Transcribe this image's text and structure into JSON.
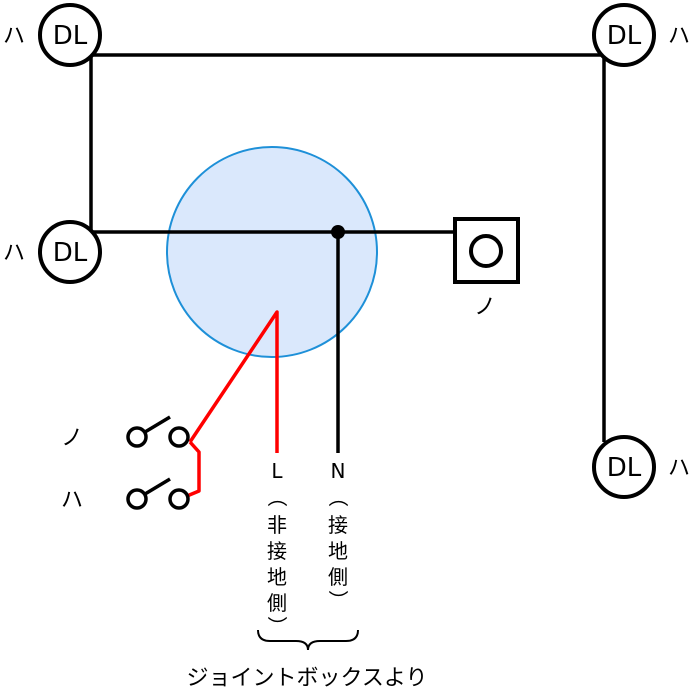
{
  "lights": {
    "top_left": {
      "label": "DL",
      "symbol": "ハ"
    },
    "top_right": {
      "label": "DL",
      "symbol": "ハ"
    },
    "mid_left": {
      "label": "DL",
      "symbol": "ハ"
    },
    "bottom_right": {
      "label": "DL",
      "symbol": "ハ"
    }
  },
  "outlet": {
    "symbol": "ノ"
  },
  "switches": {
    "upper": {
      "symbol": "ノ"
    },
    "lower": {
      "symbol": "ハ"
    }
  },
  "wires": {
    "live": {
      "letter": "L",
      "note": [
        "（",
        "非",
        "接",
        "地",
        "側",
        "）"
      ]
    },
    "neutral": {
      "letter": "N",
      "note": [
        "（",
        "接",
        "地",
        "側",
        "）"
      ]
    }
  },
  "caption": "ジョイントボックスより",
  "colors": {
    "line": "#000000",
    "live_wire": "#ff0000",
    "junction_fill": "#dae8fc",
    "junction_stroke": "#1e90d8"
  }
}
